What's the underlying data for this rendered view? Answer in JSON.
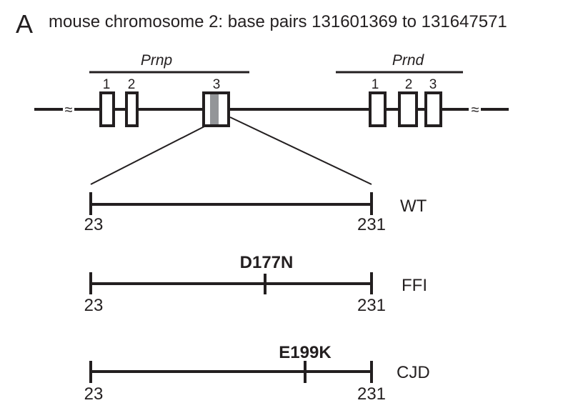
{
  "panel_label": "A",
  "title": "mouse  chromosome 2: base pairs 131601369 to 131647571",
  "genes": [
    {
      "name": "Prnp",
      "exons": [
        "1",
        "2",
        "3"
      ]
    },
    {
      "name": "Prnd",
      "exons": [
        "1",
        "2",
        "3"
      ]
    }
  ],
  "break_symbol": "≈",
  "highlight_color": "#939598",
  "constructs": [
    {
      "name": "WT",
      "start": "23",
      "end": "231",
      "mutation": ""
    },
    {
      "name": "FFI",
      "start": "23",
      "end": "231",
      "mutation": "D177N"
    },
    {
      "name": "CJD",
      "start": "23",
      "end": "231",
      "mutation": "E199K"
    }
  ]
}
